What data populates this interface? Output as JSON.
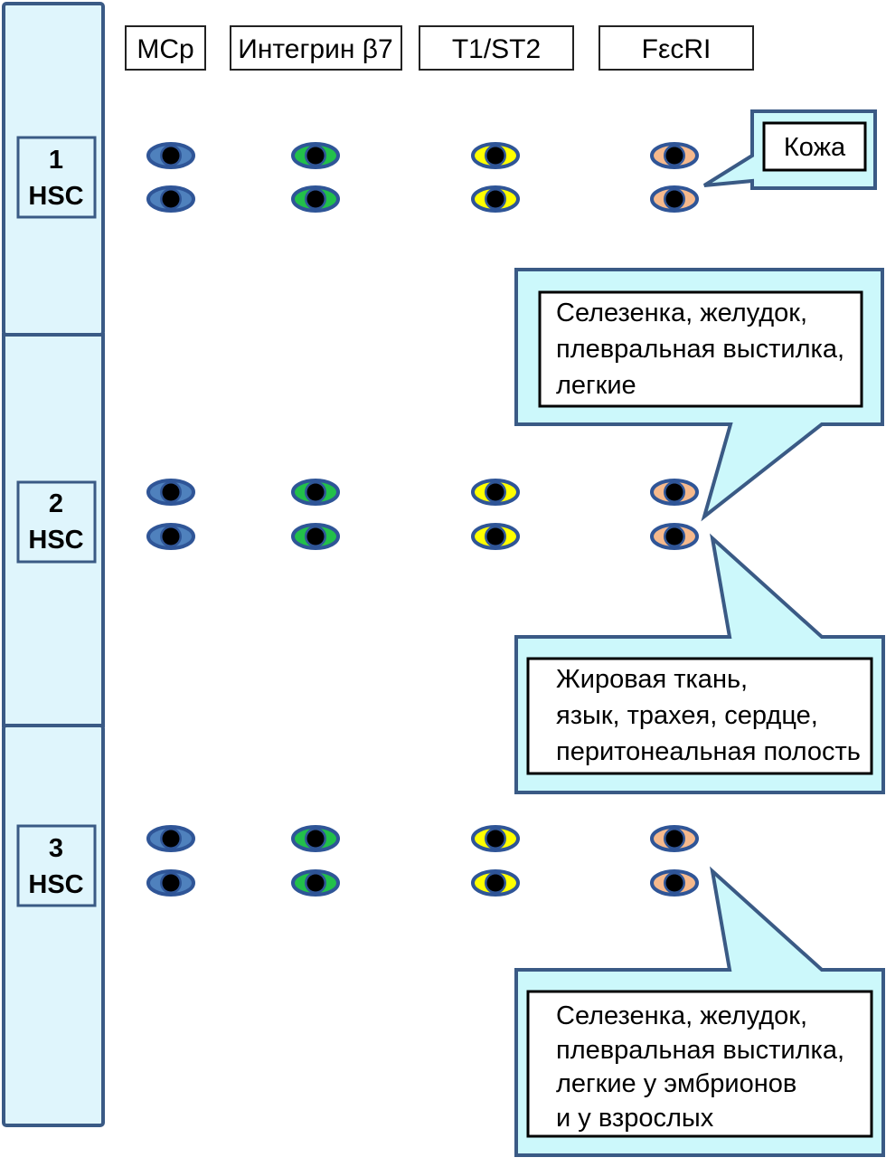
{
  "columns": [
    {
      "label": "MCp",
      "eye_color": "#4f81bd"
    },
    {
      "label": "Интегрин β7",
      "eye_color": "#22c04a"
    },
    {
      "label": "T1/ST2",
      "eye_color": "#ffff00"
    },
    {
      "label": "FεcRI",
      "eye_color": "#f6b98c"
    }
  ],
  "rows": [
    {
      "number": "1",
      "label": "HSC"
    },
    {
      "number": "2",
      "label": "HSC"
    },
    {
      "number": "3",
      "label": "HSC"
    }
  ],
  "callouts": [
    {
      "lines": [
        "Кожа"
      ]
    },
    {
      "lines": [
        "Селезенка, желудок,",
        "плевральная выстилка,",
        "легкие"
      ]
    },
    {
      "lines": [
        "Жировая ткань,",
        "язык, трахея, сердце,",
        "перитонеальная полость"
      ]
    },
    {
      "lines": [
        "Селезенка, желудок,",
        "плевральная выстилка,",
        "легкие у эмбрионов",
        "и у взрослых"
      ]
    }
  ],
  "colors": {
    "outline": "#3a5a85",
    "panel_fill": "#dff5fc",
    "callout_fill": "#ccf8fb",
    "pupil": "#000000",
    "eye_rim": "#2f5597"
  }
}
